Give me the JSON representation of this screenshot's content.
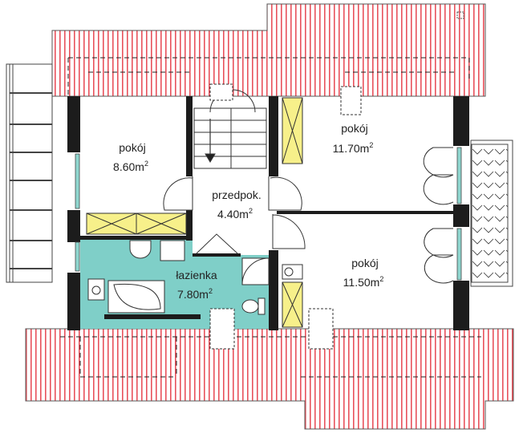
{
  "rooms": [
    {
      "name": "pokój",
      "area": "8.60m",
      "sup": "2"
    },
    {
      "name": "przedpok.",
      "area": "4.40m",
      "sup": "2"
    },
    {
      "name": "łazienka",
      "area": "7.80m",
      "sup": "2"
    },
    {
      "name": "pokój",
      "area": "11.70m",
      "sup": "2"
    },
    {
      "name": "pokój",
      "area": "11.50m",
      "sup": "2"
    }
  ],
  "colors": {
    "roof_lines": "#e8525c",
    "walls": "#1c1c1c",
    "bathroom": "#7fcfc8",
    "wardrobe": "#f7f08a",
    "glass": "#8fd6cf"
  }
}
